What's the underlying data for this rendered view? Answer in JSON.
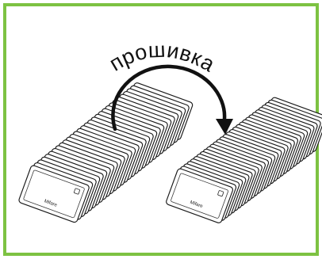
{
  "frame": {
    "border_color": "#7dc242",
    "background": "#ffffff"
  },
  "process_label": "прошивка",
  "card_label": "Mifare",
  "stacks": [
    {
      "name": "source-stack",
      "card_count": 30
    },
    {
      "name": "target-stack",
      "card_count": 30
    }
  ],
  "arrow": {
    "icon": "curved-arrow-icon",
    "direction": "left-to-right"
  }
}
